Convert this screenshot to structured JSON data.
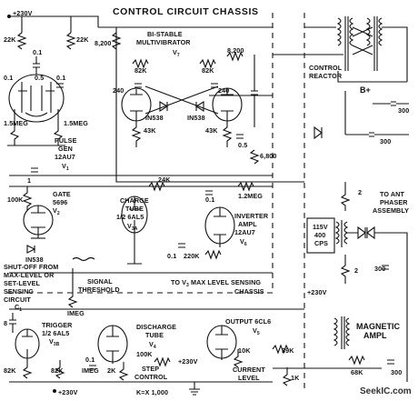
{
  "title": "CONTROL CIRCUIT CHASSIS",
  "watermark": "SeekIC.com",
  "labels": {
    "supply_top": "+230V",
    "r_22k_a": "22K",
    "r_22k_b": "22K",
    "c_01_a": "0.1",
    "c_01_b": "0.1",
    "c_05_a": "0.5",
    "r_15meg_a": "1.5MEG",
    "r_15meg_b": "1.5MEG",
    "pulse_gen_1": "PULSE",
    "pulse_gen_2": "GEN",
    "pulse_gen_3": "12AU7",
    "pulse_gen_4": "V",
    "pulse_gen_sub": "1",
    "r_8200_a": "8,200",
    "bistable_1": "BI-STABLE",
    "bistable_2": "MULTIVIBRATOR",
    "bistable_3": "V",
    "bistable_sub": "7",
    "r_82k_a": "82K",
    "r_82k_b": "82K",
    "r_8200_b": "8,200",
    "c_240_a": "240",
    "c_240_b": "240",
    "diode_a": "IN538",
    "diode_b": "IN538",
    "r_43k_a": "43K",
    "r_43k_b": "43K",
    "c_05_b": "0.5",
    "r_6800": "6,800",
    "control_reactor_1": "CONTROL",
    "control_reactor_2": "REACTOR",
    "b_plus": "B+",
    "c_300_a": "300",
    "c_300_b": "300",
    "r_24k": "24K",
    "c_01_c": "0.1",
    "r_12meg": "1.2MEG",
    "r_1": "1",
    "r_100k_a": "100K",
    "gate_1": "GATE",
    "gate_2": "5696",
    "gate_3": "V",
    "gate_sub": "2",
    "diode_c": "IN538",
    "charge_1": "CHARGE",
    "charge_2": "TUBE",
    "charge_3": "1/2 6AL5",
    "charge_4": "V",
    "charge_sub": "3A",
    "inverter_1": "INVERTER",
    "inverter_2": "AMPL",
    "inverter_3": "12AU7",
    "inverter_4": "V",
    "inverter_sub": "6",
    "c_01_d": "0.1",
    "r_220k": "220K",
    "r_2_a": "2",
    "r_2_b": "2",
    "to_ant_1": "TO ANT",
    "to_ant_2": "PHASER",
    "to_ant_3": "ASSEMBLY",
    "supply_115_1": "115V",
    "supply_115_2": "400",
    "supply_115_3": "CPS",
    "shutoff_1": "SHUT-OFF FROM",
    "shutoff_2": "MAX-LEVEL OR",
    "shutoff_3": "SET-LEVEL",
    "shutoff_4": "SENSING",
    "shutoff_5": "CIRCUIT",
    "signal_1": "SIGNAL",
    "signal_2": "THRESHOLD",
    "r_imeg_a": "IMEG",
    "to_v3_1": "TO V",
    "to_v3_sub": "3",
    "to_v3_2": " MAX LEVEL SENSING",
    "to_v3_3": "CHASSIS",
    "c_300_c": "300",
    "supply_mid": "+230V",
    "c1": "C",
    "c1_sub": "1",
    "c_8": "8",
    "trigger_1": "TRIGGER",
    "trigger_2": "1/2 6AL5",
    "trigger_3": "V",
    "trigger_sub": "3B",
    "discharge_1": "DISCHARGE",
    "discharge_2": "TUBE",
    "discharge_3": "V",
    "discharge_sub": "4",
    "output_1": "OUTPUT 6CL6",
    "output_2": "V",
    "output_sub": "5",
    "magnetic_1": "MAGNETIC",
    "magnetic_2": "AMPL",
    "c_01_e": "0.1",
    "r_100k_b": "100K",
    "r_100k_sub": "+230V",
    "r_10k": "10K",
    "r_39k": "39K",
    "r_68k": "68K",
    "c_300_d": "300",
    "r_82k_c": "82K",
    "r_82k_d": "82K",
    "c_01_f": "0.1",
    "r_imeg_b": "IMEG",
    "r_2k": "2K",
    "step_1": "STEP",
    "step_2": "CONTROL",
    "current_1": "CURRENT",
    "current_2": "LEVEL",
    "r_1k": "1K",
    "supply_bottom": "+230V",
    "kx": "K=X 1,000"
  }
}
